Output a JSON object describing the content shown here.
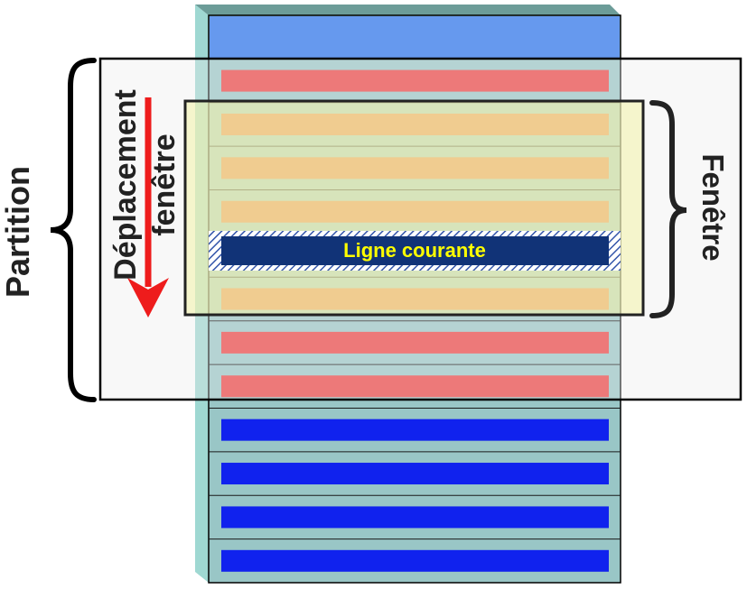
{
  "labels": {
    "partition": "Partition",
    "window_move_line1": "Déplacement",
    "window_move_line2": "fenêtre",
    "window": "Fenêtre",
    "current_row": "Ligne courante"
  },
  "rows": [
    {
      "group": "header"
    },
    {
      "group": "partition"
    },
    {
      "group": "window"
    },
    {
      "group": "window"
    },
    {
      "group": "window"
    },
    {
      "group": "current"
    },
    {
      "group": "window"
    },
    {
      "group": "partition"
    },
    {
      "group": "partition"
    },
    {
      "group": "outside"
    },
    {
      "group": "outside"
    },
    {
      "group": "outside"
    },
    {
      "group": "outside"
    }
  ],
  "colors": {
    "table_face": "#99c6c6",
    "table_side": "#9fd8d2",
    "table_top": "#6c9c98",
    "header_bar": "#6699ee",
    "partition_bar": "#ee3c3c",
    "window_bar": "#ee7433",
    "current_bar": "#113377",
    "current_text": "#ffff00",
    "outside_bar": "#1022ee",
    "partition_overlay": "#ebebeb",
    "window_overlay": "#f2f2a8",
    "arrow": "#ee1c1c",
    "text": "#222222"
  }
}
